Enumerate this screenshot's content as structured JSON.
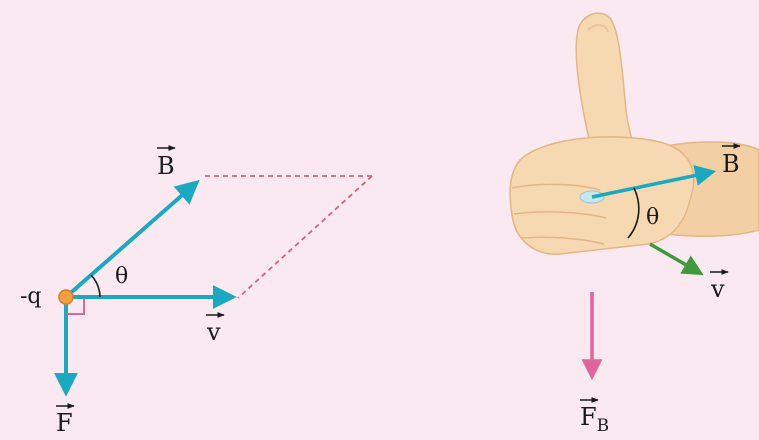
{
  "left_diagram": {
    "charge_label": "-q",
    "b_label": "B",
    "v_label": "v",
    "f_label": "F",
    "angle_label": "θ"
  },
  "right_diagram": {
    "b_label": "B",
    "v_label": "v",
    "fb_label": "F",
    "fb_subscript": "B",
    "angle_label": "θ"
  },
  "colors": {
    "background": "#fbe9f1",
    "cyan_vector": "#1aa9c0",
    "green_vector": "#3e9a3a",
    "pink_vector": "#e0669a",
    "dashed_line": "#d8607c",
    "charge": "#f0a040",
    "skin": "#f5d7ae"
  }
}
